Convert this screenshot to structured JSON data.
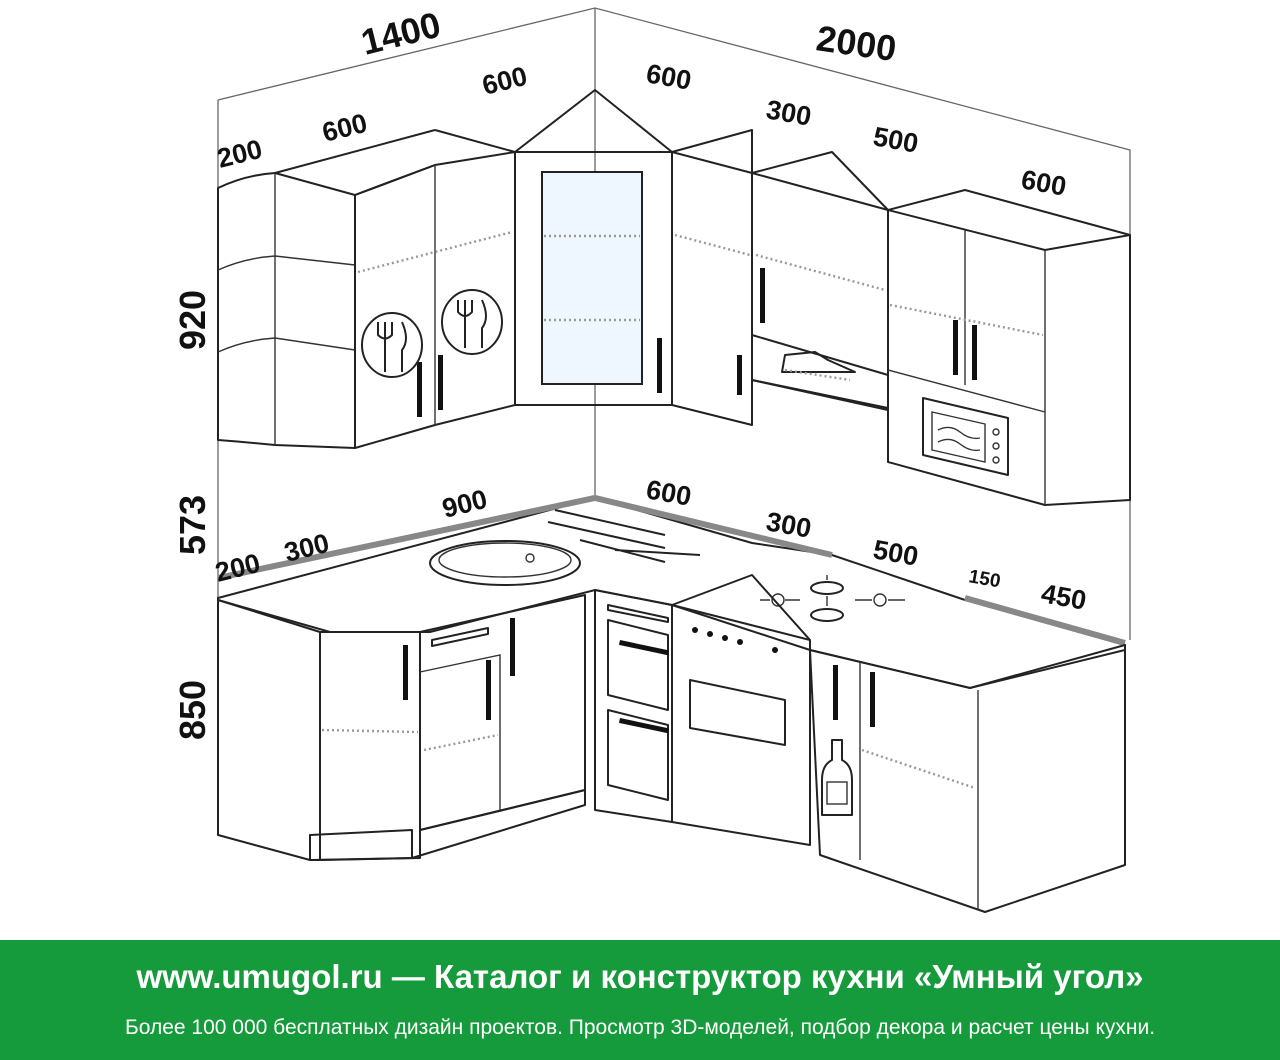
{
  "dimensions": {
    "wall_left_total": "1400",
    "wall_right_total": "2000",
    "upper_left": [
      "200",
      "600",
      "600"
    ],
    "upper_right": [
      "600",
      "300",
      "500",
      "600"
    ],
    "height_upper": "920",
    "height_gap": "573",
    "height_base": "850",
    "counter_left": [
      "200",
      "300",
      "900"
    ],
    "counter_right": [
      "600",
      "300",
      "500",
      "150",
      "450"
    ]
  },
  "footer": {
    "title": "www.umugol.ru — Каталог и конструктор кухни «Умный угол»",
    "subtitle": "Более 100 000 бесплатных дизайн проектов. Просмотр 3D-моделей, подбор декора и расчет цены кухни."
  }
}
